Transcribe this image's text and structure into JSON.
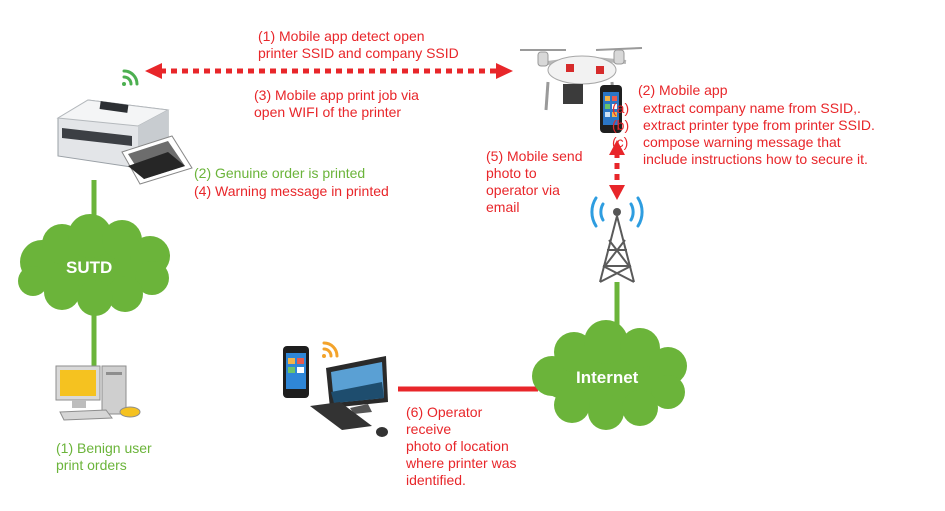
{
  "colors": {
    "red": "#e8262a",
    "green": "#6bb43a",
    "cloud": "#6bb43a"
  },
  "clouds": {
    "sutd": "SUTD",
    "internet": "Internet"
  },
  "steps": {
    "detect": [
      "(1) Mobile app detect open",
      "printer SSID and company SSID"
    ],
    "print_job": [
      "(3) Mobile app print job via",
      "open WIFI of the printer"
    ],
    "printed_genuine": "(2) Genuine order is printed",
    "printed_warning": "(4) Warning message in printed",
    "mobile_app_title": "(2) Mobile app",
    "mobile_app_items": [
      {
        "key": "(a)",
        "lines": [
          "extract company name from SSID,."
        ]
      },
      {
        "key": "(b)",
        "lines": [
          "extract printer type from printer SSID."
        ]
      },
      {
        "key": "(c)",
        "lines": [
          "compose warning message that",
          "include instructions how to secure it."
        ]
      }
    ],
    "send_photo": [
      "(5) Mobile send",
      "photo to",
      "operator via",
      "email"
    ],
    "benign": [
      "(1) Benign user",
      "print orders"
    ],
    "operator": [
      "(6) Operator",
      "receive",
      "photo of location",
      "where printer was",
      "identified."
    ]
  },
  "icons": [
    "printer-icon",
    "photo-print-icon",
    "wifi-icon",
    "drone-icon",
    "smartphone-icon",
    "cell-tower-icon",
    "desktop-computer-icon",
    "laptop-icon",
    "keyboard-icon",
    "mouse-icon"
  ]
}
